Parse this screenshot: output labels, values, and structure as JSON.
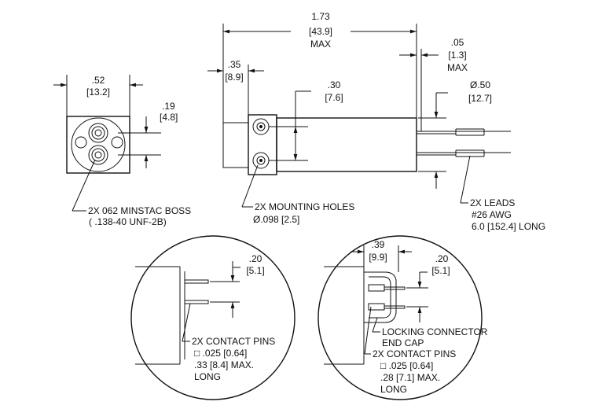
{
  "dims": {
    "overall_length": "1.73",
    "overall_length_mm": "[43.9]",
    "overall_length_note": "MAX",
    "lead_offset": ".05",
    "lead_offset_mm": "[1.3]",
    "lead_offset_note": "MAX",
    "boss_offset": ".35",
    "boss_offset_mm": "[8.9]",
    "hole_spacing": ".30",
    "hole_spacing_mm": "[7.6]",
    "diameter": "Ø.50",
    "diameter_mm": "[12.7]",
    "end_width": ".52",
    "end_width_mm": "[13.2]",
    "boss_spacing": ".19",
    "boss_spacing_mm": "[4.8]",
    "pin_spacing_left": ".20",
    "pin_spacing_left_mm": "[5.1]",
    "cap_length": ".39",
    "cap_length_mm": "[9.9]",
    "pin_spacing_right": ".20",
    "pin_spacing_right_mm": "[5.1]"
  },
  "callouts": {
    "boss_line1": "2X 062 MINSTAC BOSS",
    "boss_line2": "( .138-40 UNF-2B)",
    "holes_line1": "2X MOUNTING HOLES",
    "holes_line2": "Ø.098 [2.5]",
    "leads_line1": "2X LEADS",
    "leads_line2": "#26 AWG",
    "leads_line3": "6.0 [152.4] LONG",
    "pins_left_line1": "2X CONTACT PINS",
    "pins_left_line2": "□ .025 [0.64]",
    "pins_left_line3": ".33 [8.4] MAX.",
    "pins_left_line4": "LONG",
    "cap_line1": "LOCKING CONNECTOR",
    "cap_line2": "END CAP",
    "pins_right_line1": "2X CONTACT PINS",
    "pins_right_line2": "□ .025 [0.64]",
    "pins_right_line3": ".28 [7.1] MAX.",
    "pins_right_line4": "LONG"
  }
}
